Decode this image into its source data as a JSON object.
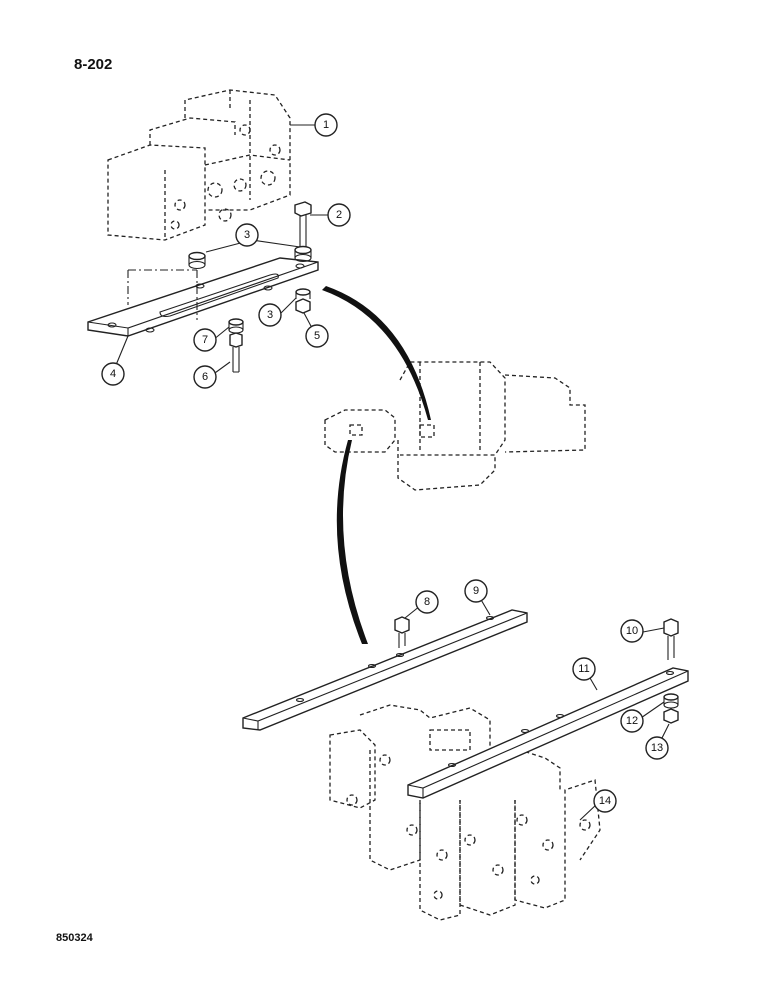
{
  "page_number": "8-202",
  "figure_number": "850324",
  "callouts": [
    "1",
    "2",
    "3",
    "3",
    "4",
    "5",
    "6",
    "7",
    "8",
    "9",
    "10",
    "11",
    "12",
    "13",
    "14"
  ]
}
